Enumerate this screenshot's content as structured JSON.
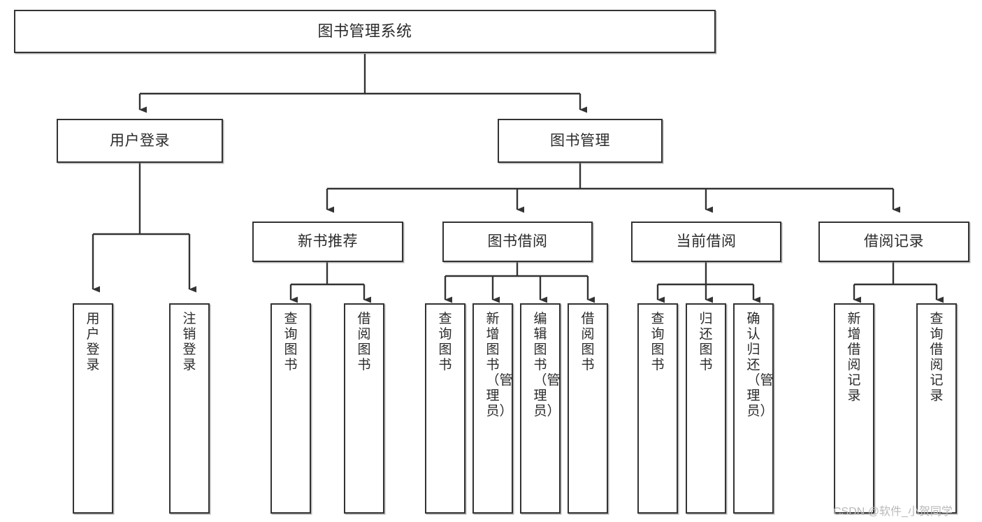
{
  "diagram": {
    "title": "图书管理系统",
    "type": "tree-hierarchy",
    "theme": {
      "background": "#ffffff",
      "box_fill": "#ffffff",
      "box_border": "#333333",
      "text": "#2b2b2b",
      "edge": "#333333",
      "watermark_text": "#b9b9b9"
    },
    "root": {
      "label": "图书管理系统"
    },
    "level2": [
      {
        "label": "用户登录"
      },
      {
        "label": "图书管理"
      }
    ],
    "level3": [
      {
        "label": "新书推荐"
      },
      {
        "label": "图书借阅"
      },
      {
        "label": "当前借阅"
      },
      {
        "label": "借阅记录"
      }
    ],
    "leaves": {
      "user_login": [
        {
          "label": "用户登录"
        },
        {
          "label": "注销登录"
        }
      ],
      "new_book_recommend": [
        {
          "label": "查询图书"
        },
        {
          "label": "借阅图书"
        }
      ],
      "book_borrow": [
        {
          "label": "查询图书"
        },
        {
          "label": "新增图书（管理员）"
        },
        {
          "label": "编辑图书（管理员）"
        },
        {
          "label": "借阅图书"
        }
      ],
      "current_borrow": [
        {
          "label": "查询图书"
        },
        {
          "label": "归还图书"
        },
        {
          "label": "确认归还（管理员）"
        }
      ],
      "borrow_record": [
        {
          "label": "新增借阅记录"
        },
        {
          "label": "查询借阅记录"
        }
      ]
    },
    "watermark": {
      "label": "CSDN @软件_小贺同学"
    }
  }
}
